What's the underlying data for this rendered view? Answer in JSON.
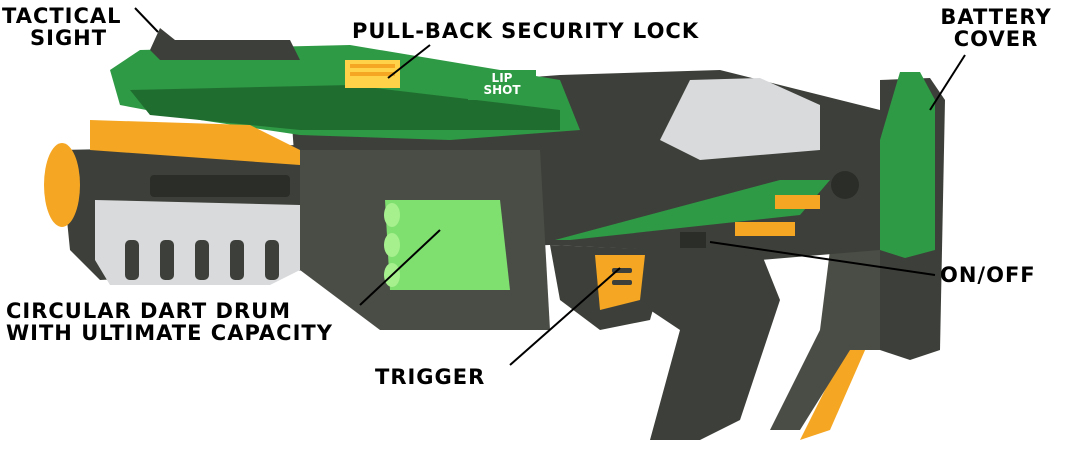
{
  "labels": {
    "tactical_sight": [
      "TACTICAL",
      "SIGHT"
    ],
    "security_lock": "PULL-BACK SECURITY LOCK",
    "battery_cover": [
      "BATTERY",
      "COVER"
    ],
    "on_off": "ON/OFF",
    "dart_drum": [
      "CIRCULAR DART DRUM",
      "WITH ULTIMATE CAPACITY"
    ],
    "trigger": "TRIGGER"
  },
  "logo_text": [
    "LIP",
    "SHOT"
  ],
  "colors": {
    "body_dark": "#3d403a",
    "body_mid": "#555850",
    "green": "#2f9a45",
    "green_dark": "#1f6e30",
    "orange": "#f5a623",
    "orange_light": "#ffc45c",
    "silver": "#d9dadc",
    "drum_green": "#7fe070",
    "lock_yellow": "#ffd24a"
  }
}
